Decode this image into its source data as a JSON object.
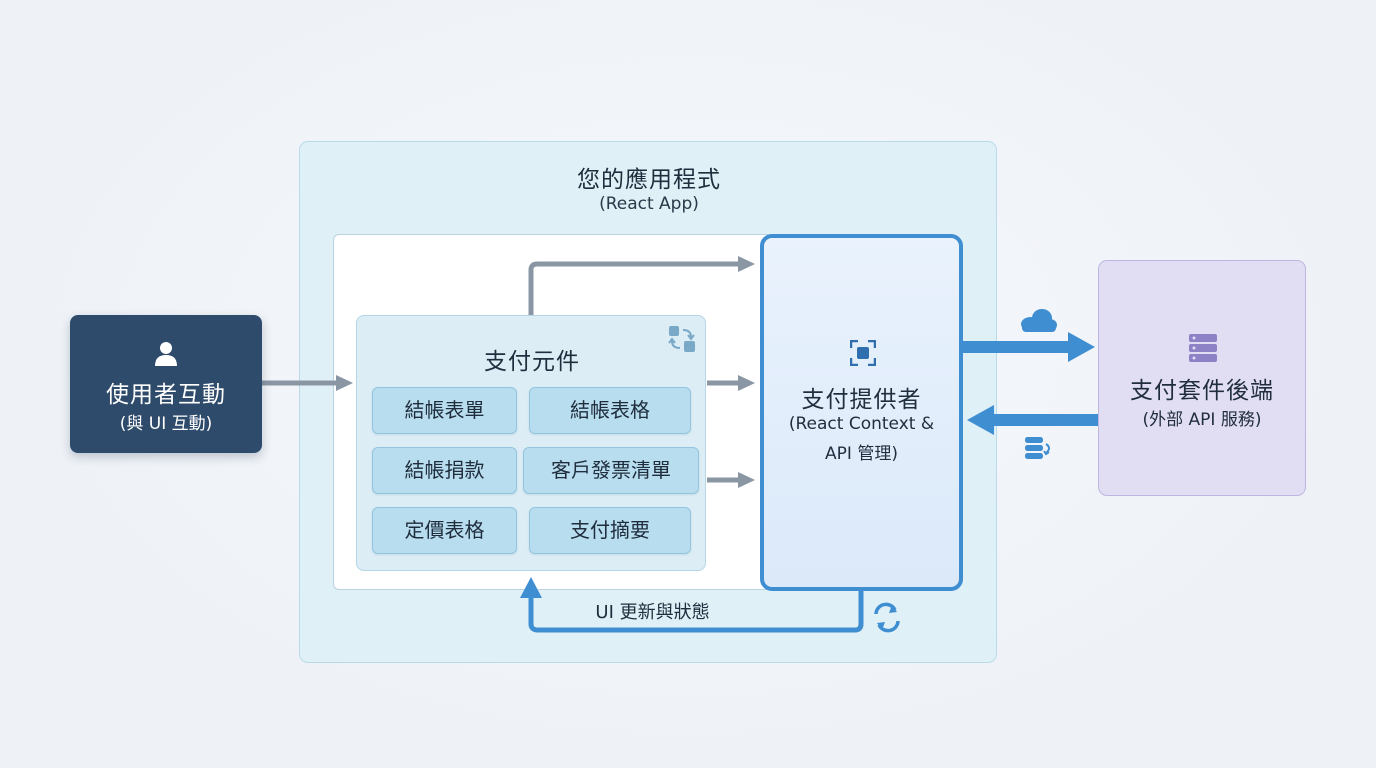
{
  "user": {
    "title": "使用者互動",
    "subtitle": "(與 UI 互動)",
    "icon": "user-icon"
  },
  "app": {
    "title": "您的應用程式",
    "subtitle": "(React App)"
  },
  "components": {
    "title": "支付元件",
    "icon": "swap-icon",
    "items": [
      "結帳表單",
      "結帳表格",
      "結帳捐款",
      "客戶發票清單",
      "定價表格",
      "支付摘要"
    ]
  },
  "provider": {
    "title": "支付提供者",
    "subtitle_line1": "(React Context &",
    "subtitle_line2": "API 管理)",
    "icon": "focus-frame-icon"
  },
  "backend": {
    "title": "支付套件後端",
    "subtitle": "(外部 API 服務)",
    "icon": "server-icon"
  },
  "flows": {
    "ui_update_label": "UI 更新與狀態",
    "request_icon": "cloud-icon",
    "response_icon": "database-icon",
    "loop_icon": "refresh-icon"
  },
  "colors": {
    "user_box": "#2f4b6b",
    "app_bg": "#dff0f7",
    "provider_border": "#3f8ed1",
    "backend_bg": "#e1def3",
    "gray_arrow": "#8a96a3",
    "blue_arrow": "#3f8ed1",
    "chip_bg": "#b8ddee"
  }
}
